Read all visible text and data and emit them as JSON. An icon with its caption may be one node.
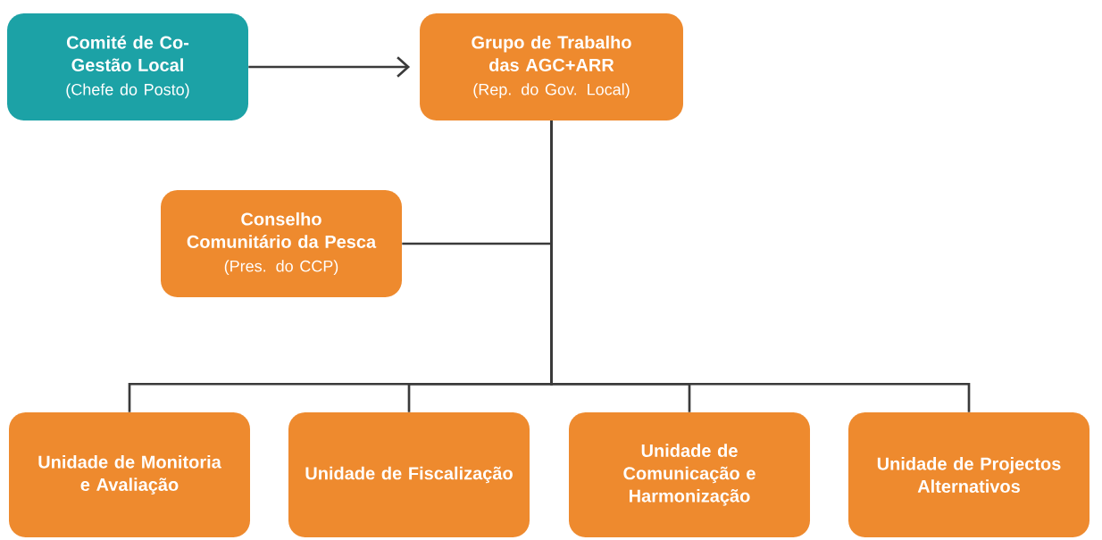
{
  "diagram": {
    "nodes": [
      {
        "text": [
          "Comité de Co-Gestão Local",
          "(Chefe do Posto)"
        ]
      },
      {
        "text": [
          "Grupo de Trabalho das AGC+ARR",
          "(Rep. do Gov. Local)"
        ]
      },
      {
        "text": [
          "Conselho Comunitário da Pesca",
          "(Pres. do CCP)"
        ]
      },
      {
        "text": [
          "Unidade de Monitoria e Avaliação"
        ]
      },
      {
        "text": [
          "Unidade de Fiscalização"
        ]
      },
      {
        "text": [
          "Unidade de Comunicação e Harmonização"
        ]
      },
      {
        "text": [
          "Unidade de Projectos Alternativos"
        ]
      }
    ],
    "edges": [
      {
        "from": 0,
        "to": 1,
        "arrow": "to"
      },
      {
        "from": 1,
        "to": 2,
        "arrow": "none"
      },
      {
        "from": 1,
        "to": 3,
        "arrow": "none"
      },
      {
        "from": 1,
        "to": 4,
        "arrow": "none"
      },
      {
        "from": 1,
        "to": 5,
        "arrow": "none"
      },
      {
        "from": 1,
        "to": 6,
        "arrow": "none"
      }
    ]
  }
}
